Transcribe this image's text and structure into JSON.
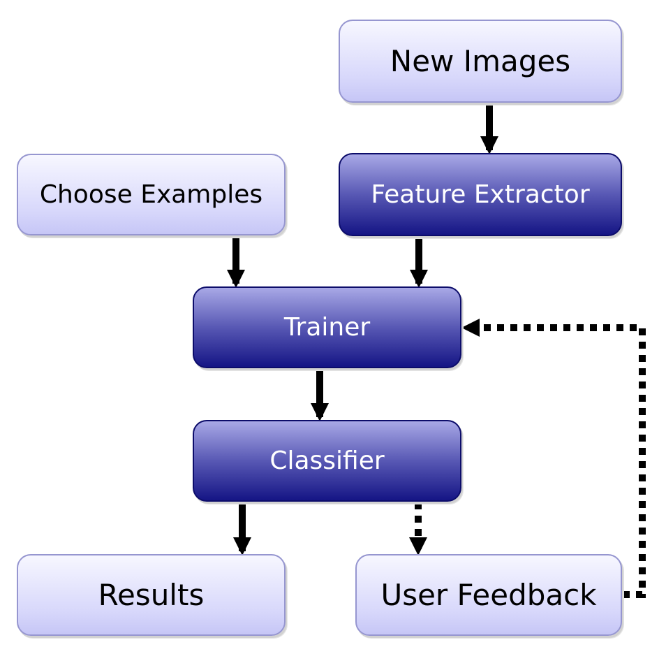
{
  "nodes": {
    "new_images": "New Images",
    "choose_examples": "Choose Examples",
    "feature_extractor": "Feature Extractor",
    "trainer": "Trainer",
    "classifier": "Classifier",
    "results": "Results",
    "user_feedback": "User Feedback"
  },
  "edges": [
    {
      "from": "New Images",
      "to": "Feature Extractor",
      "style": "solid"
    },
    {
      "from": "Choose Examples",
      "to": "Trainer",
      "style": "solid"
    },
    {
      "from": "Feature Extractor",
      "to": "Trainer",
      "style": "solid"
    },
    {
      "from": "Trainer",
      "to": "Classifier",
      "style": "solid"
    },
    {
      "from": "Classifier",
      "to": "Results",
      "style": "solid"
    },
    {
      "from": "Classifier",
      "to": "User Feedback",
      "style": "dotted"
    },
    {
      "from": "User Feedback",
      "to": "Trainer",
      "style": "dotted"
    }
  ],
  "colors": {
    "light_box": "#d8d8fb",
    "dark_box": "#151585",
    "arrow": "#000000"
  }
}
